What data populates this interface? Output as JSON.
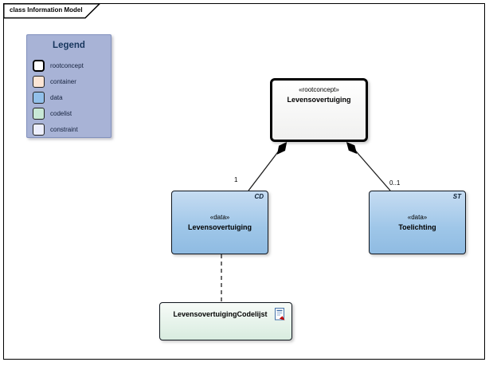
{
  "frame": {
    "title": "class Information Model"
  },
  "legend": {
    "title": "Legend",
    "background_color": "#a8b3d6",
    "items": [
      {
        "label": "rootconcept",
        "color": "#ffffff"
      },
      {
        "label": "container",
        "color": "#fce5d5"
      },
      {
        "label": "data",
        "color": "#92c0ea"
      },
      {
        "label": "codelist",
        "color": "#c8e8d6"
      },
      {
        "label": "constraint",
        "color": "#eceefc"
      }
    ]
  },
  "nodes": {
    "rootconcept": {
      "stereotype": "«rootconcept»",
      "name": "Levensovertuiging",
      "fill": "#ffffff"
    },
    "data_levensovertuiging": {
      "stereotype": "«data»",
      "name": "Levensovertuiging",
      "tag": "CD",
      "fill": "#9dc3e6"
    },
    "data_toelichting": {
      "stereotype": "«data»",
      "name": "Toelichting",
      "tag": "ST",
      "fill": "#9dc3e6"
    },
    "codelist": {
      "name": "LevensovertuigingCodelijst",
      "icon": "codelist-document-icon",
      "fill": "#d8ecdf"
    }
  },
  "edges": {
    "rootconcept_to_data": {
      "multiplicity": "1",
      "style": "composition-filled-diamond"
    },
    "rootconcept_to_toelichting": {
      "multiplicity": "0..1",
      "style": "composition-filled-diamond"
    },
    "data_to_codelist": {
      "style": "dashed-dependency"
    }
  }
}
